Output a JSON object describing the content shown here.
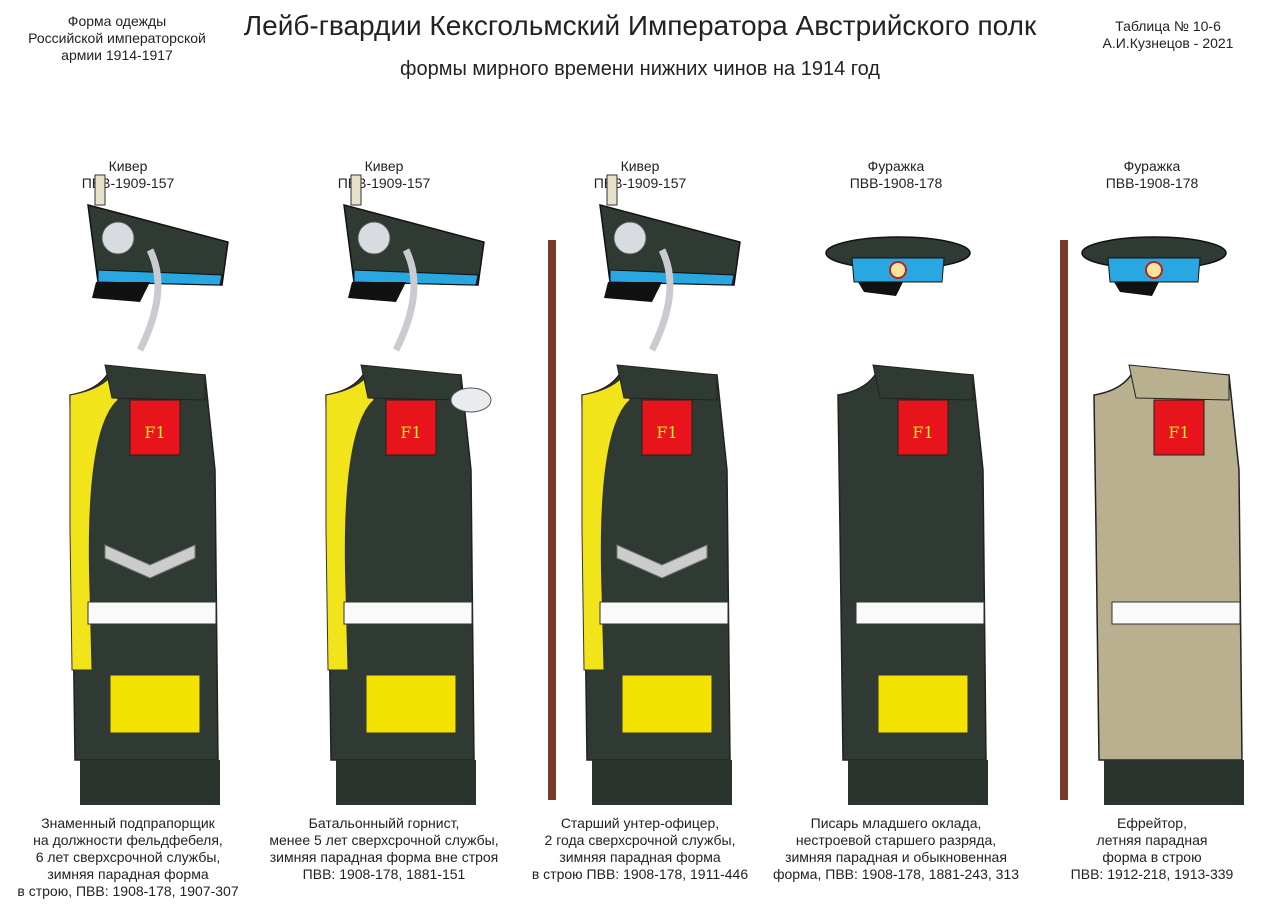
{
  "header": {
    "left_line1": "Форма одежды",
    "left_line2": "Российской императорской",
    "left_line3": "армии  1914-1917",
    "title": "Лейб-гвардии Кексгольмский Императора Австрийского полк",
    "subtitle": "формы мирного времени нижних чинов  на 1914 год",
    "right_line1": "Таблица № 10-6",
    "right_line2": "А.И.Кузнецов - 2021"
  },
  "colors": {
    "tunic_green": "#2f3a32",
    "collar_yellow": "#f2e41a",
    "cap_blue": "#29a7e1",
    "shoulder_red": "#e8141c",
    "khaki": "#b8b08e"
  },
  "figures": [
    {
      "headwear_type": "Кивер",
      "headwear_code": "ПВВ-1909-157",
      "headwear": "shako",
      "caption": [
        "Знаменный подпрапорщик",
        "на должности фельдфебеля,",
        "6 лет сверхсрочной службы,",
        "зимняя парадная форма",
        "в строю, ПВВ: 1908-178, 1907-307"
      ]
    },
    {
      "headwear_type": "Кивер",
      "headwear_code": "ПВВ-1909-157",
      "headwear": "shako",
      "caption": [
        "Батальонныйй горнист,",
        "менее 5 лет сверхсрочной службы,",
        "зимняя парадная форма вне строя",
        "ПВВ: 1908-178, 1881-151"
      ]
    },
    {
      "headwear_type": "Кивер",
      "headwear_code": "ПВВ-1909-157",
      "headwear": "shako",
      "caption": [
        "Старший унтер-офицер,",
        "2 года сверхсрочной службы,",
        "зимняя парадная форма",
        "в строю ПВВ: 1908-178, 1911-446"
      ]
    },
    {
      "headwear_type": "Фуражка",
      "headwear_code": "ПВВ-1908-178",
      "headwear": "cap",
      "caption": [
        "Писарь младшего оклада,",
        "нестроевой старшего разряда,",
        "зимняя парадная и обыкновенная",
        "форма, ПВВ: 1908-178, 1881-243, 313"
      ]
    },
    {
      "headwear_type": "Фуражка",
      "headwear_code": "ПВВ-1908-178",
      "headwear": "cap",
      "caption": [
        "Ефрейтор,",
        "летняя парадная",
        "форма в строю",
        "ПВВ: 1912-218, 1913-339"
      ]
    }
  ],
  "shoulder_cipher": "F1"
}
